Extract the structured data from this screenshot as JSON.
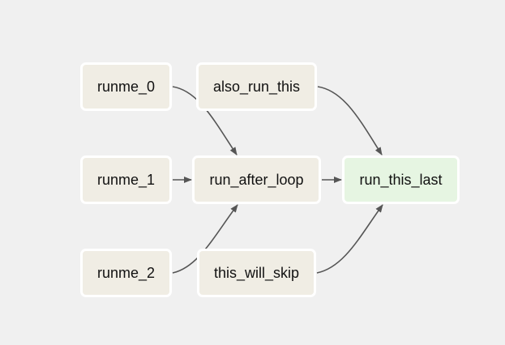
{
  "colors": {
    "background": "#f0f0f0",
    "task_default": "#f0ede4",
    "task_final": "#e6f5e2",
    "node_border": "#ffffff",
    "edge": "#555555"
  },
  "nodes": {
    "runme_0": {
      "label": "runme_0"
    },
    "runme_1": {
      "label": "runme_1"
    },
    "runme_2": {
      "label": "runme_2"
    },
    "also_run_this": {
      "label": "also_run_this"
    },
    "run_after_loop": {
      "label": "run_after_loop"
    },
    "this_will_skip": {
      "label": "this_will_skip"
    },
    "run_this_last": {
      "label": "run_this_last"
    }
  },
  "edges": [
    {
      "from": "runme_0",
      "to": "run_after_loop"
    },
    {
      "from": "runme_1",
      "to": "run_after_loop"
    },
    {
      "from": "runme_2",
      "to": "run_after_loop"
    },
    {
      "from": "run_after_loop",
      "to": "run_this_last"
    },
    {
      "from": "also_run_this",
      "to": "run_this_last"
    },
    {
      "from": "this_will_skip",
      "to": "run_this_last"
    }
  ]
}
